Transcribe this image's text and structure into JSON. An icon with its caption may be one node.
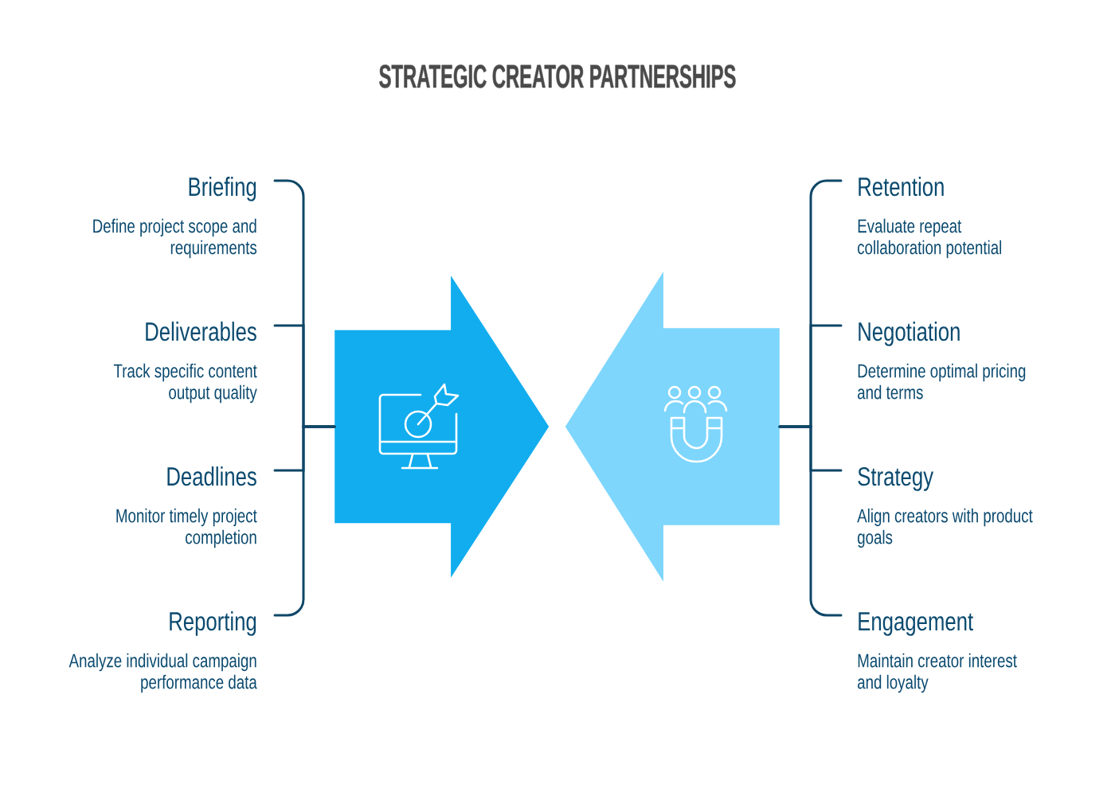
{
  "diagram": {
    "title": "STRATEGIC CREATOR PARTNERSHIPS",
    "nodes": [
      {
        "text": [
          "Briefing",
          "Define project scope and requirements"
        ]
      },
      {
        "text": [
          "Deliverables",
          "Track specific content output quality"
        ]
      },
      {
        "text": [
          "Deadlines",
          "Monitor timely project completion"
        ]
      },
      {
        "text": [
          "Reporting",
          "Analyze individual campaign performance data"
        ]
      },
      {
        "text": [],
        "shape": "arrow"
      },
      {
        "text": [],
        "shape": "arrow"
      },
      {
        "text": [
          "Retention",
          "Evaluate repeat collaboration potential"
        ]
      },
      {
        "text": [
          "Negotiation",
          "Determine optimal pricing and terms"
        ]
      },
      {
        "text": [
          "Strategy",
          "Align creators with product goals"
        ]
      },
      {
        "text": [
          "Engagement",
          "Maintain creator interest and loyalty"
        ]
      }
    ],
    "edges": [
      {
        "from": 0,
        "to": 4,
        "arrow": "none"
      },
      {
        "from": 1,
        "to": 4,
        "arrow": "none"
      },
      {
        "from": 2,
        "to": 4,
        "arrow": "none"
      },
      {
        "from": 3,
        "to": 4,
        "arrow": "none"
      },
      {
        "from": 6,
        "to": 5,
        "arrow": "none"
      },
      {
        "from": 7,
        "to": 5,
        "arrow": "none"
      },
      {
        "from": 8,
        "to": 5,
        "arrow": "none"
      },
      {
        "from": 9,
        "to": 5,
        "arrow": "none"
      }
    ]
  }
}
